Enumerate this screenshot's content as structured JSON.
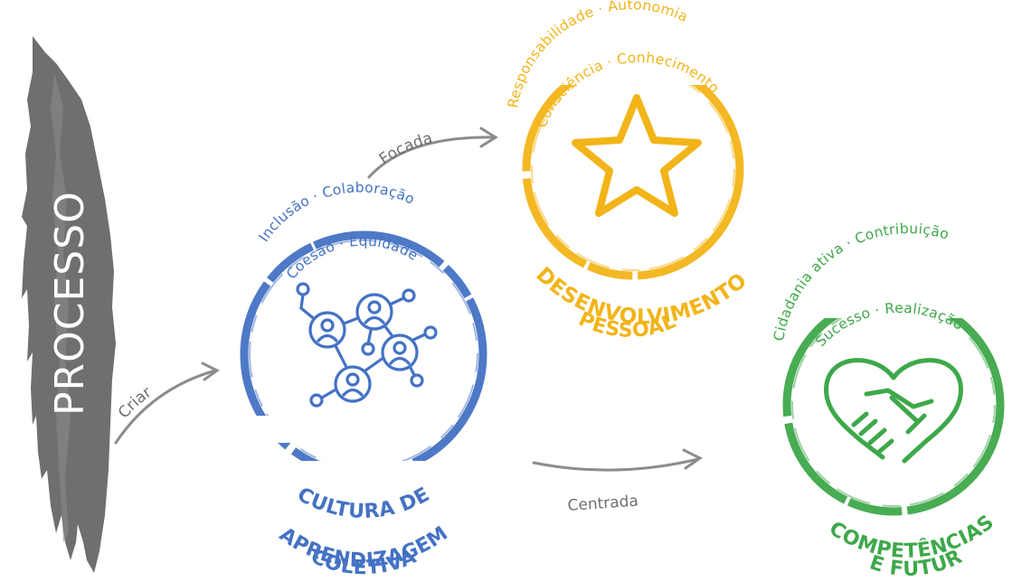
{
  "colors": {
    "blue": "#4472c4",
    "yellow": "#f2b418",
    "green": "#3ea84a",
    "grey_arrow": "#8c8c8c",
    "side_brush": "#6f6f6f"
  },
  "side_label": "PROCESSO",
  "arrows": {
    "criar": "Criar",
    "focada": "Focada",
    "centrada": "Centrada"
  },
  "cultura": {
    "top_line1": "Inclusão · Colaboração",
    "top_line2": "Coesão · Equidade",
    "title_line1": "CULTURA DE",
    "title_line2": "APRENDIZAGEM",
    "title_line3": "COLETIVA",
    "icon": "people-network-icon"
  },
  "desenvolvimento": {
    "top_line1": "Responsabilidade · Autonomia",
    "top_line2": "Consciência · Conhecimento",
    "title_line1": "DESENVOLVIMENTO",
    "title_line2": "PESSOAL",
    "icon": "star-icon"
  },
  "competencias": {
    "top_line1": "Cidadania ativa · Contribuição",
    "top_line2": "Sucesso · Realização",
    "title_line1": "COMPETÊNCIAS",
    "title_line2": "DE FUTURO",
    "icon": "heart-handshake-icon"
  }
}
